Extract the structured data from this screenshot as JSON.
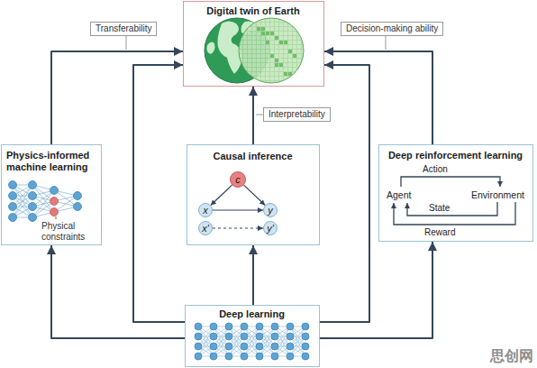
{
  "diagram": {
    "nodes": [
      {
        "text": [
          "Digital twin of Earth"
        ]
      },
      {
        "text": [
          "Physics-informed machine learning",
          "Physical constraints"
        ]
      },
      {
        "text": [
          "Causal inference"
        ]
      },
      {
        "text": [
          "c"
        ],
        "in": 2
      },
      {
        "text": [
          "x"
        ],
        "in": 2
      },
      {
        "text": [
          "y"
        ],
        "in": 2
      },
      {
        "text": [
          "x'"
        ],
        "in": 2
      },
      {
        "text": [
          "y'"
        ],
        "in": 2
      },
      {
        "text": [
          "Deep reinforcement learning"
        ]
      },
      {
        "text": [
          "Deep learning"
        ]
      }
    ],
    "edges": [
      {
        "from": 9,
        "to": 1,
        "arrow": "to"
      },
      {
        "from": 1,
        "to": 0,
        "arrow": "to",
        "label": "Transferability"
      },
      {
        "from": 9,
        "to": 0,
        "arrow": "to"
      },
      {
        "from": 9,
        "to": 2,
        "arrow": "to"
      },
      {
        "from": 2,
        "to": 0,
        "arrow": "to",
        "label": "Interpretability"
      },
      {
        "from": 9,
        "to": 0,
        "arrow": "to"
      },
      {
        "from": 9,
        "to": 8,
        "arrow": "to"
      },
      {
        "from": 8,
        "to": 0,
        "arrow": "to",
        "label": "Decision-making ability"
      },
      {
        "from": 3,
        "to": 4,
        "arrow": "to"
      },
      {
        "from": 3,
        "to": 5,
        "arrow": "to"
      },
      {
        "from": 4,
        "to": 5,
        "arrow": "to"
      },
      {
        "from": 6,
        "to": 7,
        "arrow": "to"
      }
    ],
    "labels": [
      "Action",
      "Agent",
      "Environment",
      "State",
      "Reward",
      "思创网"
    ]
  }
}
